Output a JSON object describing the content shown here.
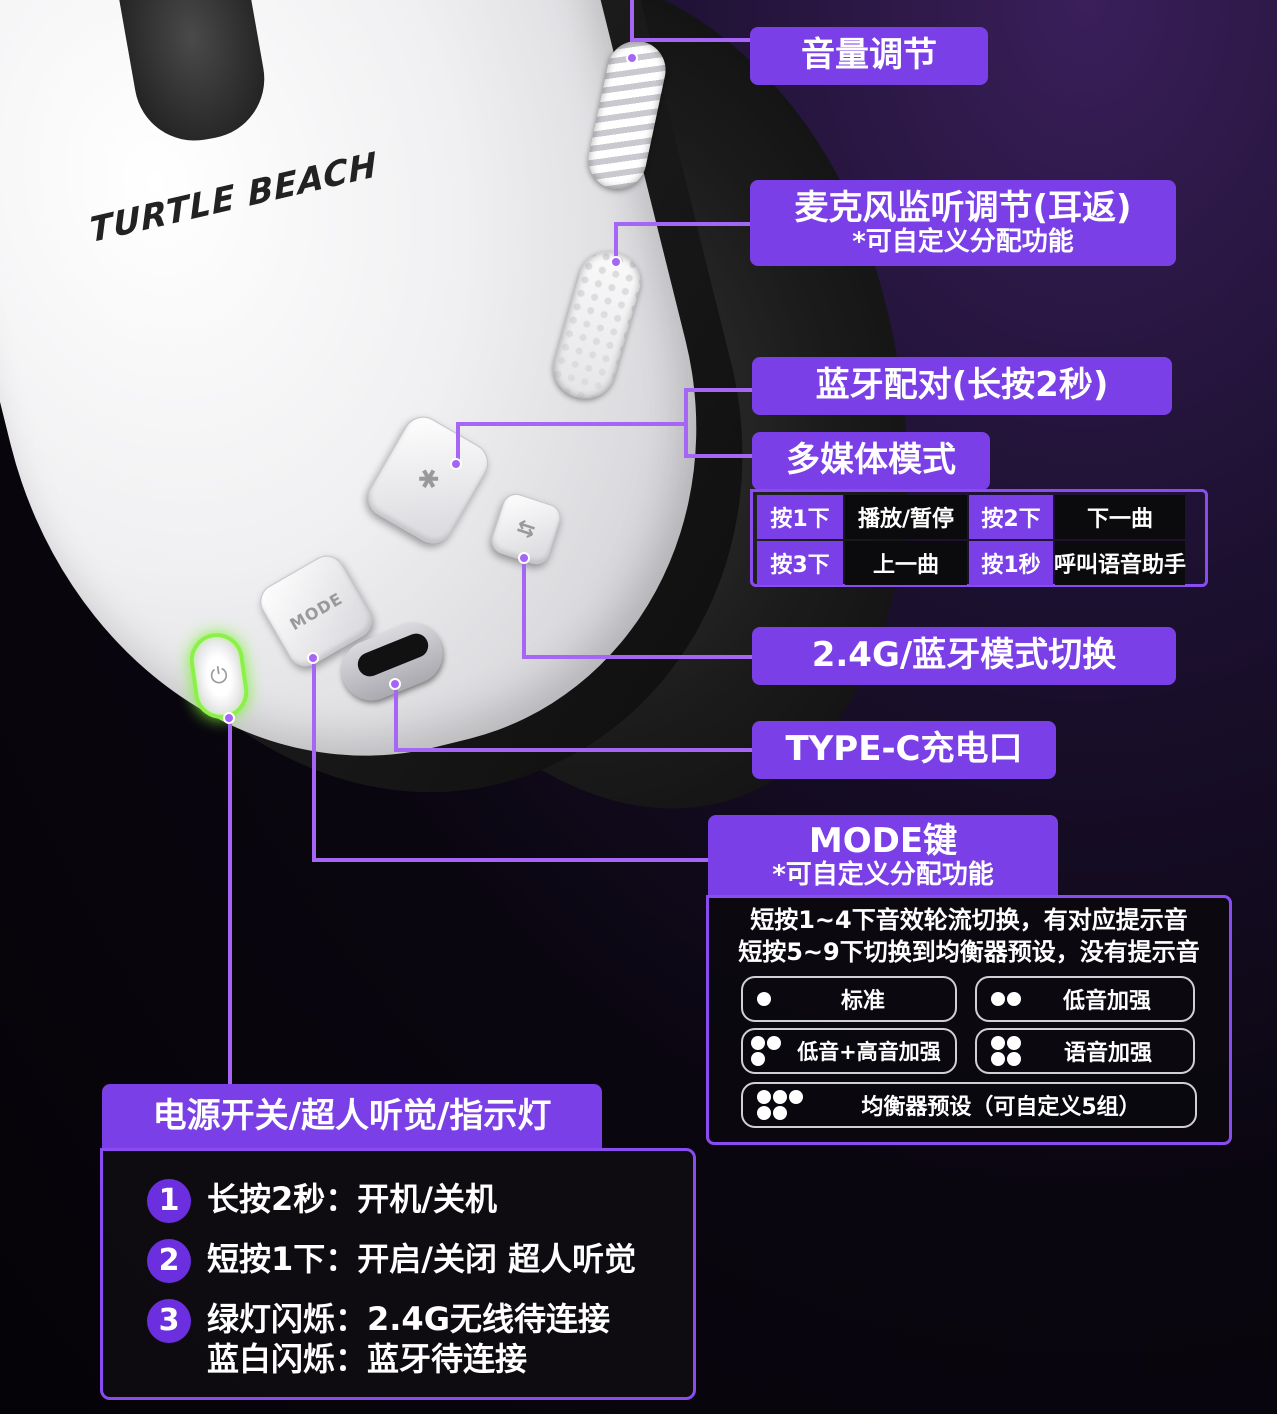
{
  "product": {
    "brand_logo": "TURTLE BEACH"
  },
  "buttons": {
    "mode_button_text": "MODE",
    "bluetooth_icon": "bluetooth-icon",
    "switch_icon": "swap-icon",
    "power_icon": "power-icon"
  },
  "labels": {
    "volume": "音量调节",
    "mic_monitor": "麦克风监听调节(耳返)",
    "mic_monitor_note": "*可自定义分配功能",
    "bt_pairing": "蓝牙配对(长按2秒)",
    "multimedia": "多媒体模式",
    "mode_switch": "2.4G/蓝牙模式切换",
    "typec": "TYPE-C充电口",
    "mode_key": "MODE键",
    "mode_key_note": "*可自定义分配功能",
    "power": "电源开关/超人听觉/指示灯"
  },
  "media_table": [
    {
      "key": "按1下",
      "value": "播放/暂停"
    },
    {
      "key": "按2下",
      "value": "下一曲"
    },
    {
      "key": "按3下",
      "value": "上一曲"
    },
    {
      "key": "按1秒",
      "value": "呼叫语音助手"
    }
  ],
  "mode_panel": {
    "line1": "短按1~4下音效轮流切换，有对应提示音",
    "line2": "短按5~9下切换到均衡器预设，没有提示音",
    "presets": [
      {
        "label": "标准",
        "dots": 1
      },
      {
        "label": "低音加强",
        "dots": 2
      },
      {
        "label": "低音+高音加强",
        "dots": 3
      },
      {
        "label": "语音加强",
        "dots": 4
      },
      {
        "label": "均衡器预设（可自定义5组）",
        "dots": 5
      }
    ]
  },
  "power_panel": {
    "items": [
      {
        "num": "1",
        "line1": "长按2秒：开机/关机",
        "line2": ""
      },
      {
        "num": "2",
        "line1": "短按1下：开启/关闭 超人听觉",
        "line2": ""
      },
      {
        "num": "3",
        "line1": "绿灯闪烁：2.4G无线待连接",
        "line2": "蓝白闪烁：蓝牙待连接"
      }
    ]
  },
  "colors": {
    "accent": "#7a3fe6",
    "line": "#a566f5",
    "led": "#8cf04a"
  }
}
